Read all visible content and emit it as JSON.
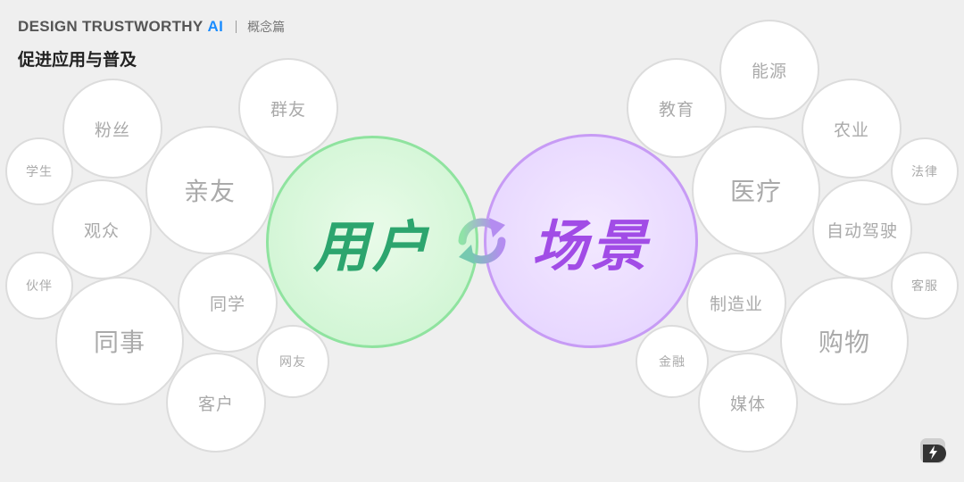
{
  "header": {
    "brand": "DESIGN TRUSTWORTHY",
    "brand_ai": "AI",
    "section": "概念篇",
    "title": "促进应用与普及"
  },
  "center": {
    "left": "用户",
    "right": "场景",
    "left_color": "#2ca56e",
    "right_color": "#a14ce6"
  },
  "user_groups": [
    "群友",
    "粉丝",
    "学生",
    "亲友",
    "观众",
    "伙伴",
    "同学",
    "同事",
    "网友",
    "客户"
  ],
  "scenarios": [
    "能源",
    "教育",
    "农业",
    "法律",
    "医疗",
    "自动驾驶",
    "客服",
    "制造业",
    "购物",
    "金融",
    "媒体"
  ],
  "icons": {
    "cycle": "refresh-cycle-icon",
    "logo": "brand-logo-icon"
  }
}
